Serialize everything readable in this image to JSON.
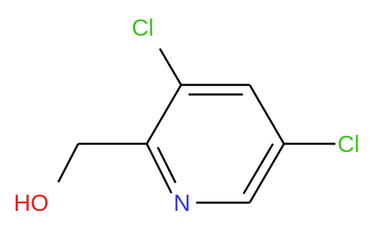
{
  "molecule": {
    "atoms": {
      "cl_top": {
        "label": "Cl",
        "color": "#3ec21f"
      },
      "cl_right": {
        "label": "Cl",
        "color": "#3ec21f"
      },
      "n": {
        "label": "N",
        "color": "#3333ee"
      },
      "oh": {
        "label": "HO",
        "color": "#ee1c1c"
      }
    },
    "bond_color": "#000000"
  }
}
